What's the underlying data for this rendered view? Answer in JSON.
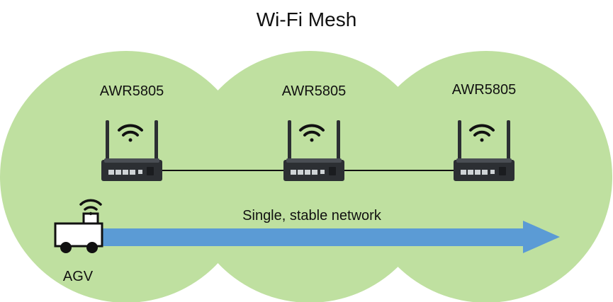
{
  "diagram": {
    "title": "Wi-Fi Mesh",
    "routers": [
      {
        "label": "AWR5805"
      },
      {
        "label": "AWR5805"
      },
      {
        "label": "AWR5805"
      }
    ],
    "network_label": "Single, stable network",
    "agv_label": "AGV"
  },
  "colors": {
    "coverage": "#bfe0a0",
    "arrow": "#5b9bd5",
    "router_body": "#2c2f33",
    "wifi_icon": "#111111"
  },
  "icons": {
    "wifi": "wifi-icon",
    "router": "router-icon",
    "agv": "agv-vehicle-icon"
  }
}
